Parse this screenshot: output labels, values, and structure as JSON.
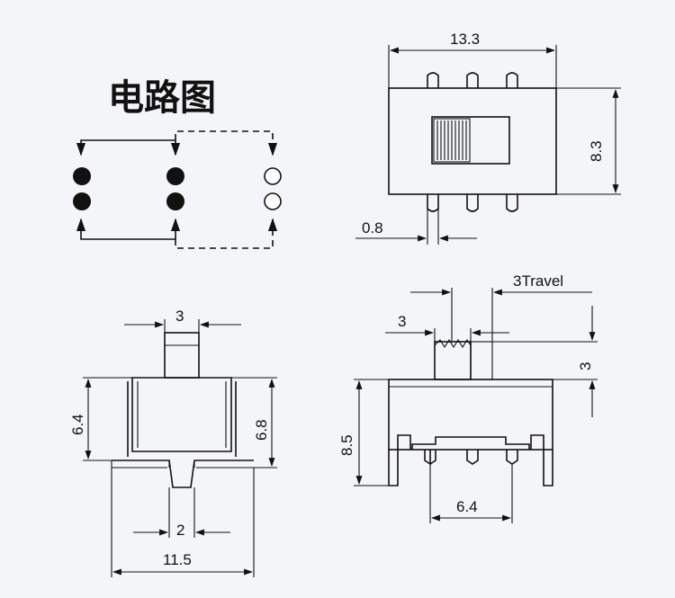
{
  "title": "电路图",
  "dimensions": {
    "top_width": "13.3",
    "top_height": "8.3",
    "pin_width": "0.8",
    "travel": "3Travel",
    "actuator_width_side": "3",
    "actuator_height": "3",
    "side_height": "8.5",
    "pin_pitch_side": "6.4",
    "front_actuator_width": "3",
    "front_height_left": "6.4",
    "front_height_right": "6.8",
    "front_center_gap": "2",
    "front_width": "11.5"
  },
  "colors": {
    "line": "#111111",
    "background": "#f4f5f8"
  }
}
